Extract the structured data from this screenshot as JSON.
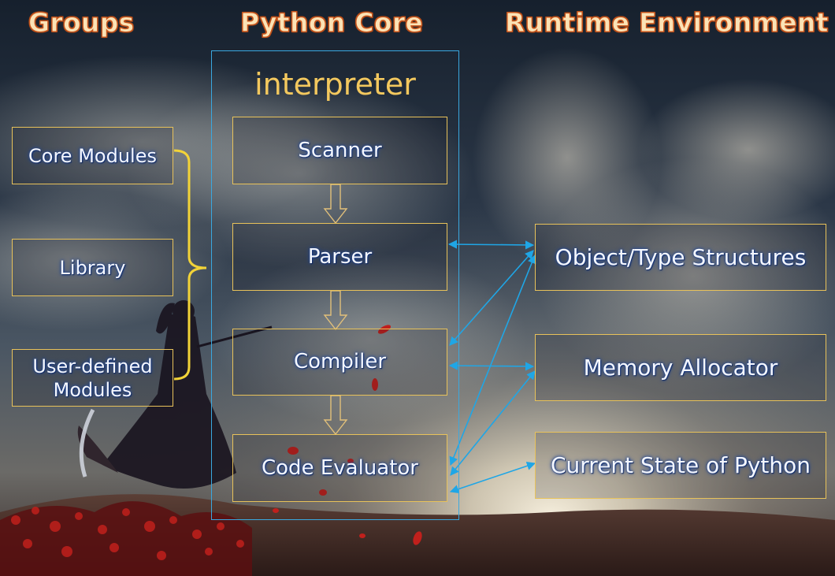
{
  "headings": {
    "groups": "Groups",
    "python_core": "Python Core",
    "runtime": "Runtime Environment"
  },
  "groups": {
    "core_modules": "Core Modules",
    "library": "Library",
    "user_defined_line1": "User-defined",
    "user_defined_line2": "Modules"
  },
  "core": {
    "container_label": "interpreter",
    "scanner": "Scanner",
    "parser": "Parser",
    "compiler": "Compiler",
    "code_evaluator": "Code Evaluator"
  },
  "runtime": {
    "object_type": "Object/Type Structures",
    "memory_allocator": "Memory Allocator",
    "current_state": "Current State of Python"
  },
  "colors": {
    "heading_fill": "#fbe3b6",
    "heading_outline": "#c7541c",
    "box_border": "#e8c25a",
    "interpreter_border": "#3aa8e0",
    "interpreter_label": "#f3c85e",
    "connector_arrow": "#1fa6e6",
    "brace": "#f2d338",
    "flow_arrow": "#e2c07a"
  }
}
